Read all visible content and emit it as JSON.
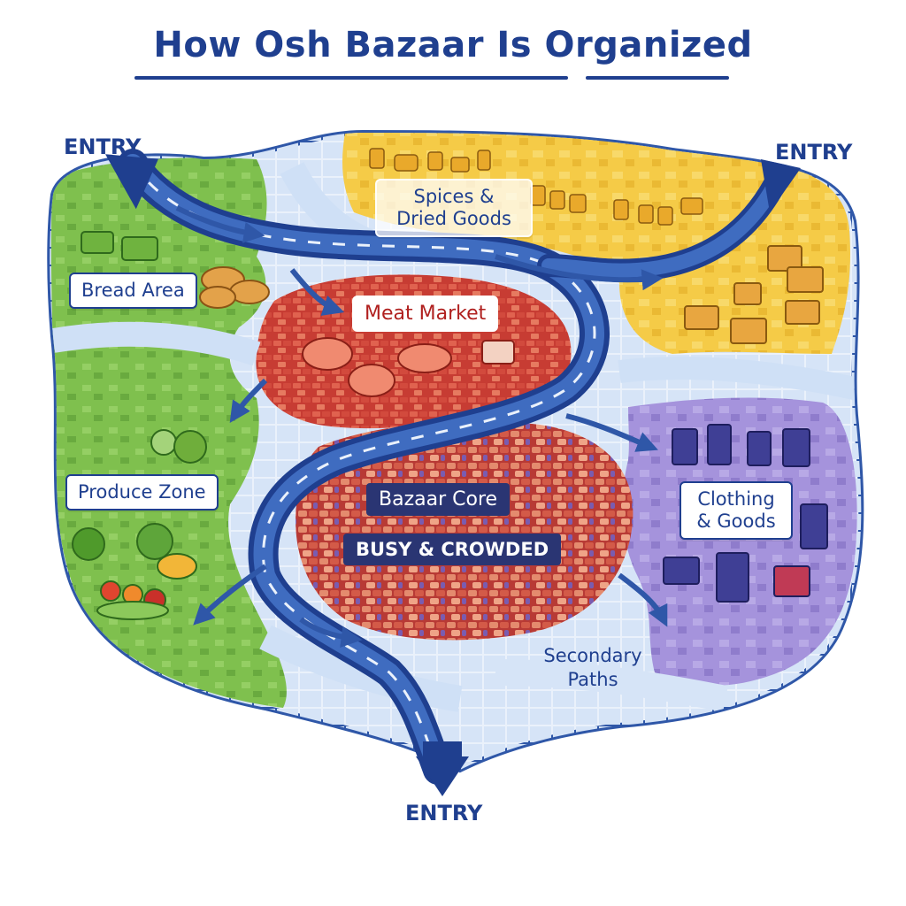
{
  "title": "How Osh Bazaar Is Organized",
  "entries": {
    "top_left": "ENTRY",
    "top_right": "ENTRY",
    "bottom": "ENTRY"
  },
  "zones": {
    "spices": "Spices & Dried Goods",
    "bread": "Bread Area",
    "meat": "Meat Market",
    "produce": "Produce Zone",
    "core": "Bazaar Core",
    "core_note": "BUSY & CROWDED",
    "clothing": "Clothing & Goods",
    "secondary": "Secondary Paths"
  },
  "colors": {
    "outline": "#1f3f8f",
    "spices_zone": "#f6cf4a",
    "produce_zone": "#7cc04c",
    "meat_zone": "#d9403a",
    "core_zone": "#c8483a",
    "clothing_zone": "#9a86d6",
    "paths": "#bcd3f2",
    "main_route": "#2f57a8"
  },
  "icons": [
    "arrow-icon",
    "spice-jar-icon",
    "bread-icon",
    "vegetable-icon",
    "meat-icon",
    "clothing-icon",
    "cart-icon"
  ]
}
